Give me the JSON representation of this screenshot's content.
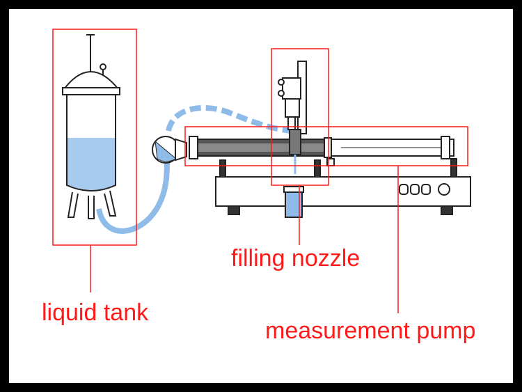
{
  "labels": {
    "filling_nozzle": "filling nozzle",
    "liquid_tank": "liquid tank",
    "measurement_pump": "measurement pump"
  },
  "colors": {
    "background": "#000000",
    "panel": "#ffffff",
    "callout": "#ff1a1a",
    "liquid": "#a8ccf0",
    "hose": "#8fbbe8",
    "machine_line": "#222222",
    "machine_dark": "#333333"
  }
}
